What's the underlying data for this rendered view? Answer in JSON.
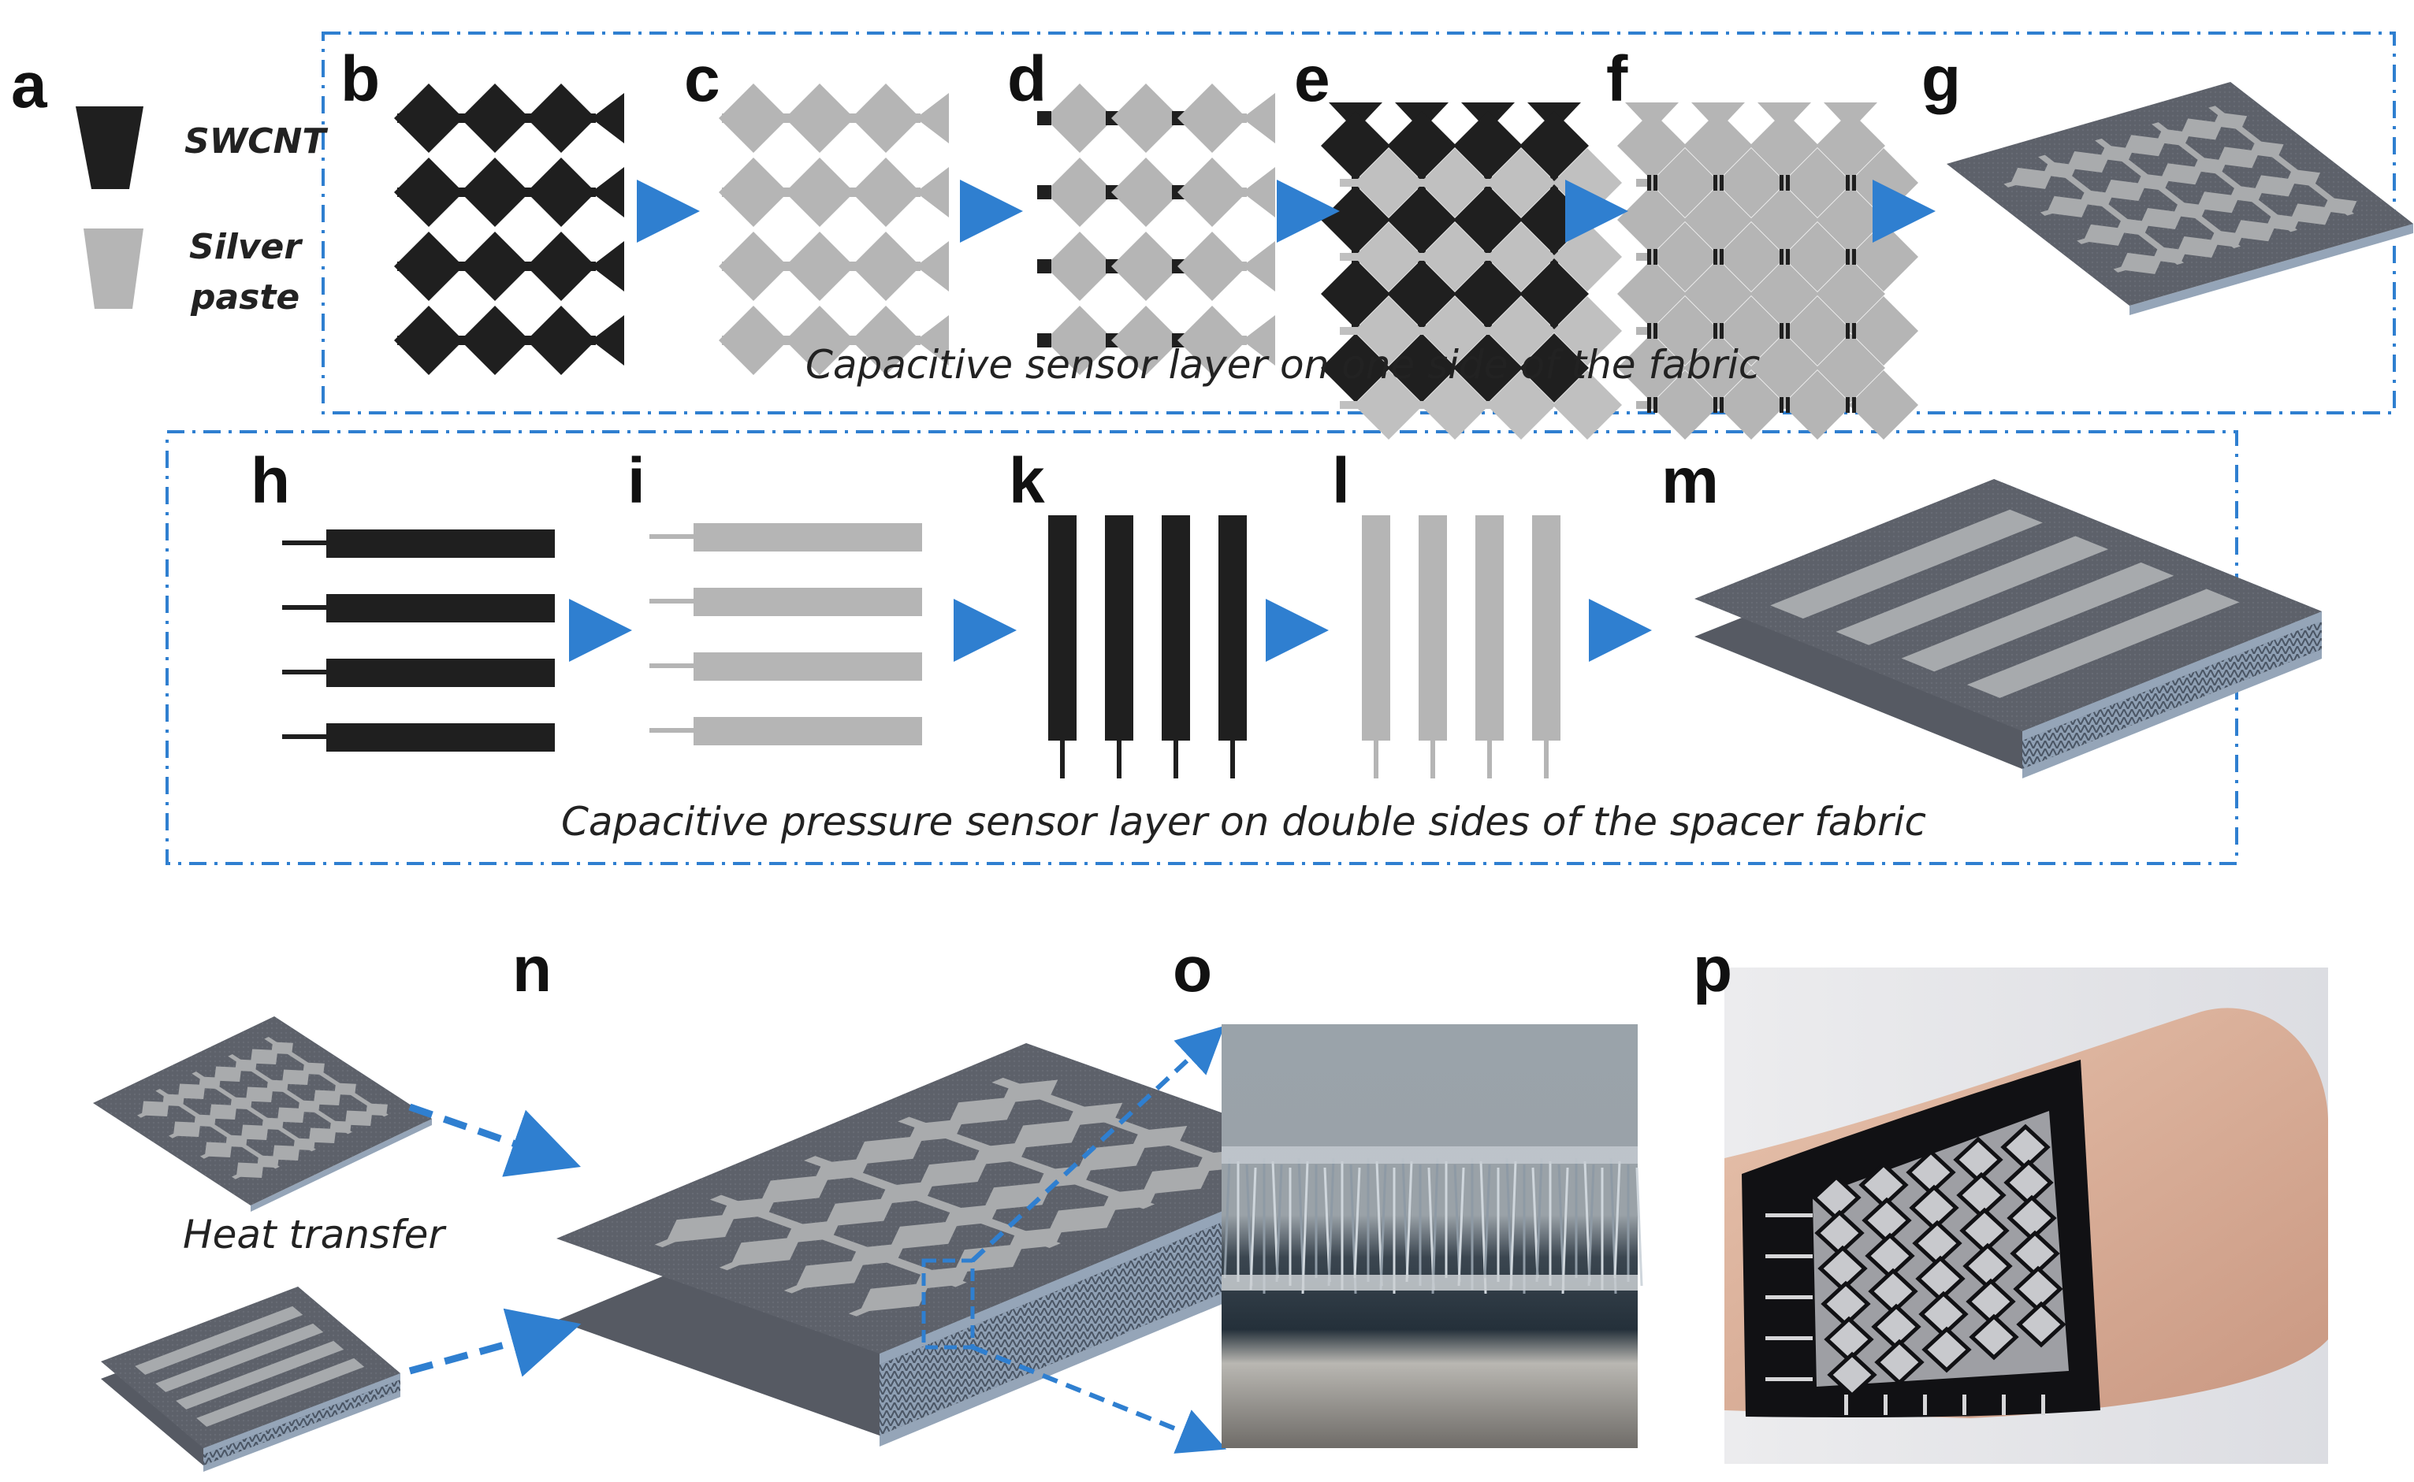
{
  "panels": {
    "a": "a",
    "b": "b",
    "c": "c",
    "d": "d",
    "e": "e",
    "f": "f",
    "g": "g",
    "h": "h",
    "i": "i",
    "k": "k",
    "l": "l",
    "m": "m",
    "n": "n",
    "o": "o",
    "p": "p"
  },
  "legend": {
    "swcnt": "SWCNT",
    "silver_line1": "Silver",
    "silver_line2": "paste"
  },
  "captions": {
    "row1": "Capacitive sensor layer on one side of the fabric",
    "row2": "Capacitive pressure sensor layer on double sides of the spacer fabric",
    "heat_transfer": "Heat transfer"
  },
  "colors": {
    "swcnt": "#1f1f1f",
    "silver": "#b5b5b5",
    "arrow": "#2f7fd0",
    "fabric_top": "#595d66",
    "box_border": "#2f7fd0"
  }
}
